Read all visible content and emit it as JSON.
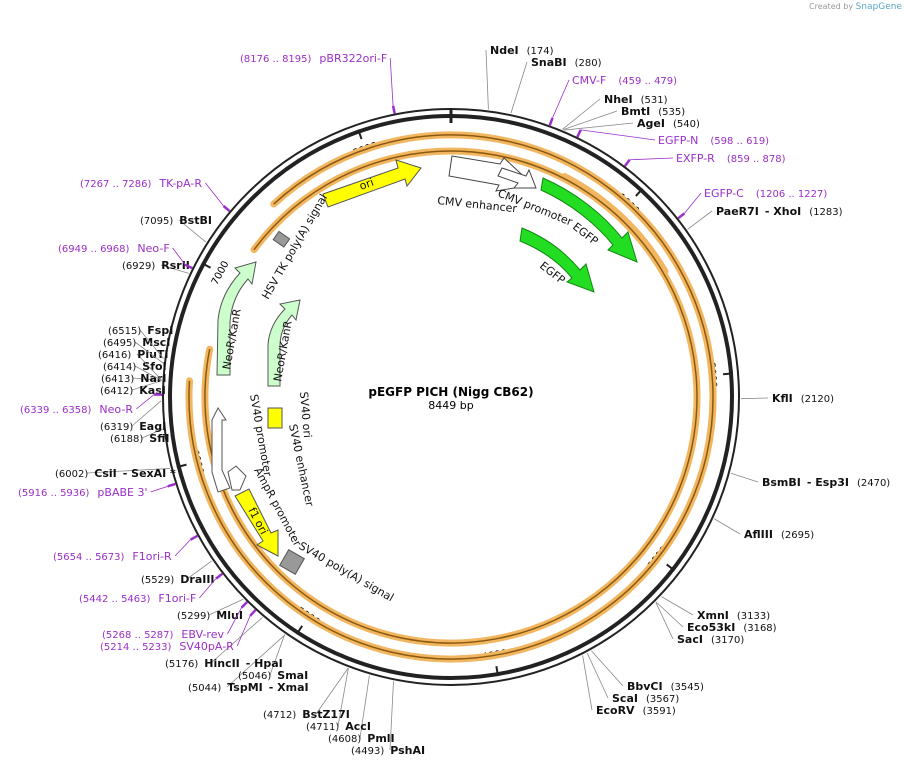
{
  "credit": {
    "prefix": "Created by",
    "brand": "SnapGene"
  },
  "plasmid": {
    "name": "pEGFP PICH (Nigg CB62)",
    "length_label": "8449 bp",
    "length": 8449
  },
  "ticks": [
    "1000",
    "2000",
    "3000",
    "4000",
    "5000",
    "6000",
    "7000",
    "8000"
  ],
  "enzymes": [
    {
      "name": "NdeI",
      "pos": "(174)",
      "p": 174
    },
    {
      "name": "SnaBI",
      "pos": "(280)",
      "p": 280
    },
    {
      "name": "NheI",
      "pos": "(531)",
      "p": 531
    },
    {
      "name": "BmtI",
      "pos": "(535)",
      "p": 535
    },
    {
      "name": "AgeI",
      "pos": "(540)",
      "p": 540
    },
    {
      "name": "PaeR7I",
      "extra": "XhoI",
      "pos": "(1283)",
      "p": 1283
    },
    {
      "name": "KflI",
      "pos": "(2120)",
      "p": 2120
    },
    {
      "name": "BsmBI",
      "extra": "Esp3I",
      "pos": "(2470)",
      "p": 2470
    },
    {
      "name": "AflIII",
      "pos": "(2695)",
      "p": 2695
    },
    {
      "name": "XmnI",
      "pos": "(3133)",
      "p": 3133
    },
    {
      "name": "Eco53kI",
      "pos": "(3168)",
      "p": 3168
    },
    {
      "name": "SacI",
      "pos": "(3170)",
      "p": 3170
    },
    {
      "name": "BbvCI",
      "pos": "(3545)",
      "p": 3545
    },
    {
      "name": "ScaI",
      "pos": "(3567)",
      "p": 3567
    },
    {
      "name": "EcoRV",
      "pos": "(3591)",
      "p": 3591
    },
    {
      "name": "PshAI",
      "pos": "(4493)",
      "p": 4493
    },
    {
      "name": "PmlI",
      "pos": "(4608)",
      "p": 4608
    },
    {
      "name": "AccI",
      "pos": "(4711)",
      "p": 4711
    },
    {
      "name": "BstZ17I",
      "pos": "(4712)",
      "p": 4712
    },
    {
      "name": "TspMI",
      "extra": "XmaI",
      "pos": "(5044)",
      "p": 5044
    },
    {
      "name": "SmaI",
      "pos": "(5046)",
      "p": 5046
    },
    {
      "name": "HincII",
      "extra": "HpaI",
      "pos": "(5176)",
      "p": 5176
    },
    {
      "name": "MluI",
      "pos": "(5299)",
      "p": 5299
    },
    {
      "name": "DraIII",
      "pos": "(5529)",
      "p": 5529
    },
    {
      "name": "CsiI",
      "extra": "SexAI *",
      "pos": "(6002)",
      "p": 6002
    },
    {
      "name": "SfiI",
      "pos": "(6188)",
      "p": 6188
    },
    {
      "name": "EagI",
      "pos": "(6319)",
      "p": 6319
    },
    {
      "name": "KasI",
      "pos": "(6412)",
      "p": 6412
    },
    {
      "name": "NarI",
      "pos": "(6413)",
      "p": 6413
    },
    {
      "name": "SfoI",
      "pos": "(6414)",
      "p": 6414
    },
    {
      "name": "PluTI",
      "pos": "(6416)",
      "p": 6416
    },
    {
      "name": "MscI",
      "pos": "(6495)",
      "p": 6495
    },
    {
      "name": "FspI",
      "pos": "(6515)",
      "p": 6515
    },
    {
      "name": "RsrII",
      "pos": "(6929)",
      "p": 6929
    },
    {
      "name": "BstBI",
      "pos": "(7095)",
      "p": 7095
    }
  ],
  "primers": [
    {
      "name": "pBR322ori-F",
      "range": "(8176 .. 8195)",
      "p": 8185
    },
    {
      "name": "CMV-F",
      "range": "(459 .. 479)",
      "p": 469
    },
    {
      "name": "EGFP-N",
      "range": "(598 .. 619)",
      "p": 608
    },
    {
      "name": "EXFP-R",
      "range": "(859 .. 878)",
      "p": 868
    },
    {
      "name": "EGFP-C",
      "range": "(1206 .. 1227)",
      "p": 1216
    },
    {
      "name": "TK-pA-R",
      "range": "(7267 .. 7286)",
      "p": 7276
    },
    {
      "name": "Neo-F",
      "range": "(6949 .. 6968)",
      "p": 6958
    },
    {
      "name": "Neo-R",
      "range": "(6339 .. 6358)",
      "p": 6348
    },
    {
      "name": "pBABE 3'",
      "range": "(5916 .. 5936)",
      "p": 5926
    },
    {
      "name": "F1ori-R",
      "range": "(5654 .. 5673)",
      "p": 5663
    },
    {
      "name": "F1ori-F",
      "range": "(5442 .. 5463)",
      "p": 5452
    },
    {
      "name": "EBV-rev",
      "range": "(5268 .. 5287)",
      "p": 5277
    },
    {
      "name": "SV40pA-R",
      "range": "(5214 .. 5233)",
      "p": 5223
    }
  ],
  "features": {
    "cmv_enhancer": "CMV enhancer",
    "cmv_promoter": "CMV promoter",
    "egfp_1": "EGFP",
    "egfp_2": "EGFP",
    "ori": "ori",
    "hsv_tk": "HSV TK poly(A) signal",
    "neokanr_1": "NeoR/KanR",
    "neokanr_2": "NeoR/KanR",
    "sv40_ori": "SV40 ori",
    "sv40_enhancer": "SV40 enhancer",
    "sv40_promoter": "SV40 promoter",
    "ampr_promoter": "AmpR promoter",
    "f1_ori": "f1 ori",
    "sv40_polya": "SV40 poly(A) signal"
  },
  "colors": {
    "primer": "#9b2fc9",
    "egfp": "#22dd22",
    "ori": "#ffff00",
    "neo": "#ccffcc",
    "orf": "#f2b660",
    "backbone": "#222222"
  }
}
